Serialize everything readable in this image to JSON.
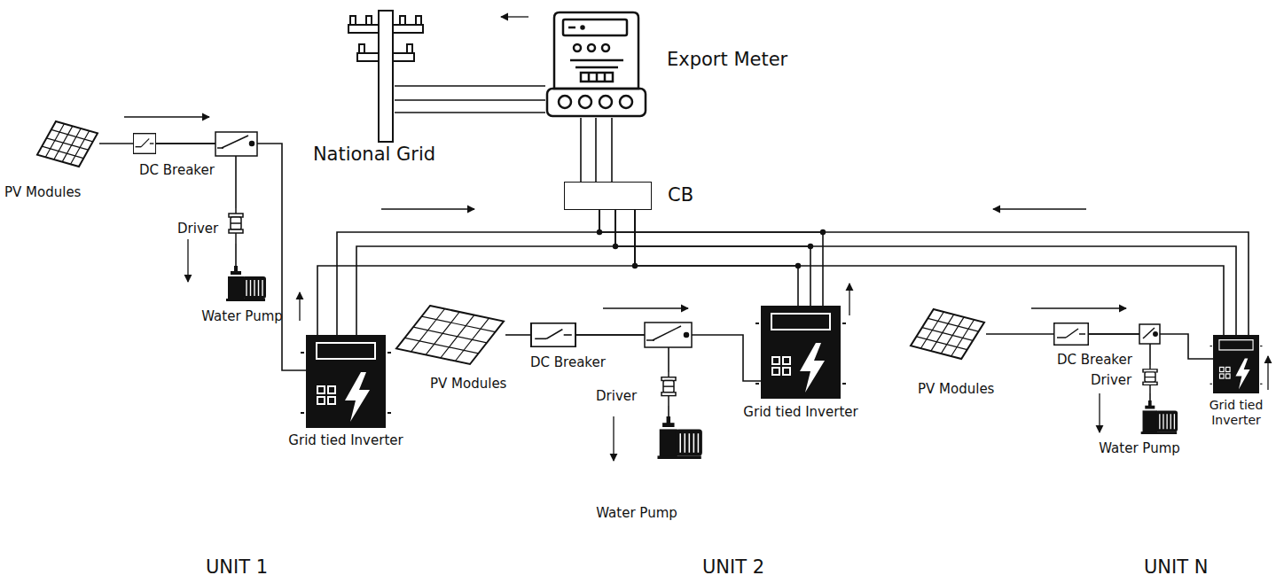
{
  "diagram": {
    "nodes": [
      {
        "text": [
          "National Grid"
        ]
      },
      {
        "text": [
          "Export Meter"
        ]
      },
      {
        "text": [
          "CB"
        ]
      },
      {
        "text": [
          "PV Modules"
        ]
      },
      {
        "text": [
          "DC Breaker"
        ]
      },
      {
        "text": [
          "Driver"
        ]
      },
      {
        "text": [
          "Water Pump"
        ]
      },
      {
        "text": [
          "Grid tied Inverter"
        ]
      },
      {
        "text": [
          "PV Modules"
        ]
      },
      {
        "text": [
          "DC Breaker"
        ]
      },
      {
        "text": [
          "Driver"
        ]
      },
      {
        "text": [
          "Water Pump"
        ]
      },
      {
        "text": [
          "Grid tied Inverter"
        ]
      },
      {
        "text": [
          "PV Modules"
        ]
      },
      {
        "text": [
          "DC Breaker"
        ]
      },
      {
        "text": [
          "Driver"
        ]
      },
      {
        "text": [
          "Water Pump"
        ]
      },
      {
        "text": [
          "Grid tied Inverter"
        ]
      }
    ],
    "edges": [
      {
        "from": 0,
        "to": 1,
        "arrow": "none"
      },
      {
        "from": 1,
        "to": 2,
        "arrow": "none"
      },
      {
        "from": 3,
        "to": 4,
        "arrow": "none"
      },
      {
        "from": 4,
        "to": 7,
        "arrow": "none"
      },
      {
        "from": 4,
        "to": 5,
        "arrow": "none"
      },
      {
        "from": 5,
        "to": 6,
        "arrow": "none"
      },
      {
        "from": 7,
        "to": 2,
        "arrow": "none"
      },
      {
        "from": 8,
        "to": 9,
        "arrow": "none"
      },
      {
        "from": 9,
        "to": 12,
        "arrow": "none"
      },
      {
        "from": 9,
        "to": 10,
        "arrow": "none"
      },
      {
        "from": 10,
        "to": 11,
        "arrow": "none"
      },
      {
        "from": 12,
        "to": 2,
        "arrow": "none"
      },
      {
        "from": 13,
        "to": 14,
        "arrow": "none"
      },
      {
        "from": 14,
        "to": 17,
        "arrow": "none"
      },
      {
        "from": 14,
        "to": 15,
        "arrow": "none"
      },
      {
        "from": 15,
        "to": 16,
        "arrow": "none"
      },
      {
        "from": 17,
        "to": 2,
        "arrow": "none"
      }
    ],
    "labels": [
      "UNIT 1",
      "UNIT 2",
      "UNIT N"
    ]
  }
}
